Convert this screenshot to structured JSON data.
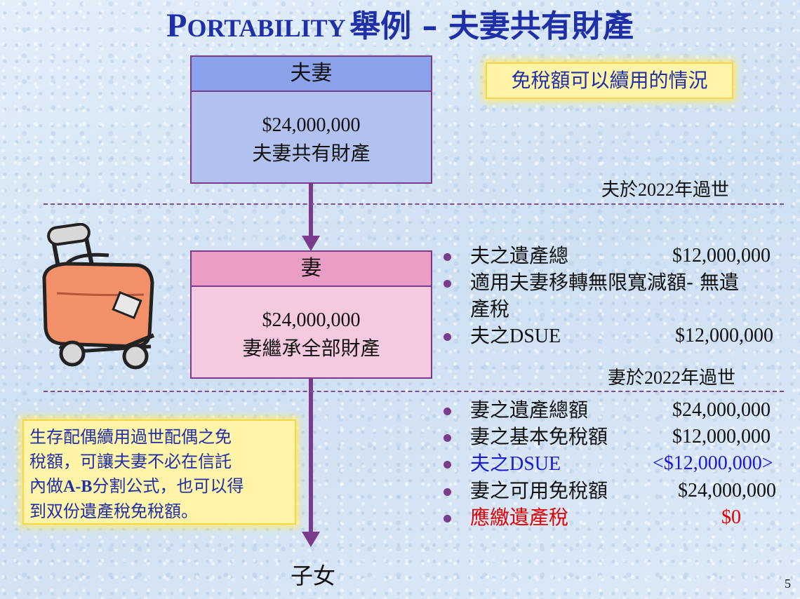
{
  "title": {
    "en": "PORTABILITY",
    "en_small_caps": "ORTABILITY",
    "zh": "舉例 – 夫妻共有財產"
  },
  "box_couple": {
    "header": "夫妻",
    "amount": "$24,000,000",
    "desc": "夫妻共有財產"
  },
  "box_wife": {
    "header": "妻",
    "amount": "$24,000,000",
    "desc": "妻繼承全部財產"
  },
  "event_husband": {
    "pre": "夫於",
    "year": "2022",
    "post": "年過世"
  },
  "event_wife": {
    "pre": "妻於",
    "year": "2022",
    "post": "年過世"
  },
  "callout_top": "免稅額可以續用的情況",
  "callout_left": {
    "line1": "生存配偶續用過世配偶之免",
    "line2": "稅額，可讓夫妻不必在信託",
    "line3_pre": "內做",
    "line3_ab": "A-B",
    "line3_post": "分割公式，也可以得",
    "line4": "到双份遺產稅免稅額。"
  },
  "list_husband": [
    {
      "label": "夫之遺產總",
      "value": "$12,000,000"
    },
    {
      "label_line1": "適用夫妻移轉無限寬減額- 無遺",
      "label_line2": "產稅"
    },
    {
      "label_pre": "夫之",
      "label_ser": "DSUE",
      "value": "$12,000,000"
    }
  ],
  "list_wife": [
    {
      "label": "妻之遺產總額",
      "value": "$24,000,000"
    },
    {
      "label": "妻之基本免稅額",
      "value": "$12,000,000"
    },
    {
      "label_pre": "夫之",
      "label_ser": "DSUE",
      "value": "<$12,000,000>"
    },
    {
      "label": "妻之可用免稅額",
      "value": "$24,000,000"
    },
    {
      "label": "應繳遺產稅",
      "value": "$0"
    }
  ],
  "child_label": "子女",
  "page_number": "5",
  "colors": {
    "title": "#1f2fa8",
    "accent_blue": "#1a1ad6",
    "accent_red": "#e00000",
    "purple": "#7b3b8c"
  }
}
